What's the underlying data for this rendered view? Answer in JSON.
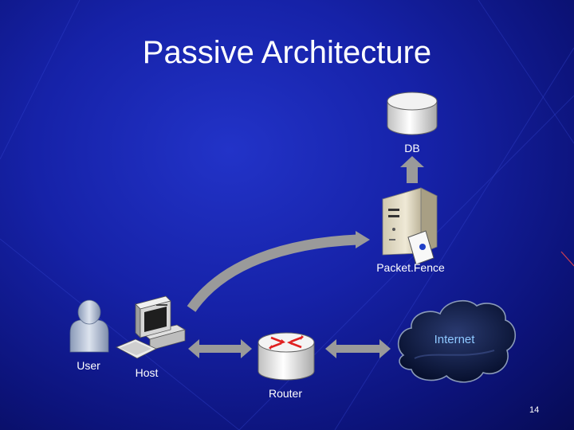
{
  "slide": {
    "title": "Passive Architecture",
    "page_number": "14"
  },
  "nodes": {
    "db": {
      "label": "DB"
    },
    "packetfence": {
      "label": "Packet.Fence"
    },
    "user": {
      "label": "User"
    },
    "host": {
      "label": "Host"
    },
    "router": {
      "label": "Router"
    },
    "internet": {
      "label": "Internet"
    }
  },
  "colors": {
    "background": "#1622a8",
    "connector": "#9a9a9a",
    "internet_label": "#8ec8ff"
  }
}
